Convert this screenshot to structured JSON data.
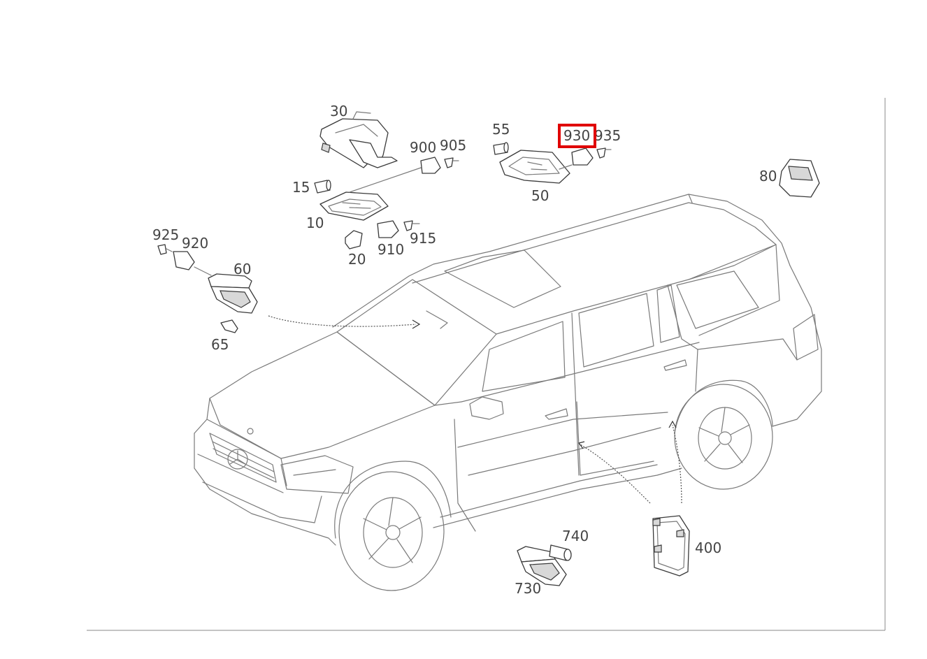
{
  "diagram": {
    "highlight_color": "#e00000",
    "callouts": [
      "30",
      "900",
      "905",
      "55",
      "930",
      "935",
      "15",
      "10",
      "80",
      "50",
      "925",
      "920",
      "60",
      "910",
      "915",
      "20",
      "65",
      "740",
      "400",
      "730"
    ],
    "highlighted": "930"
  }
}
